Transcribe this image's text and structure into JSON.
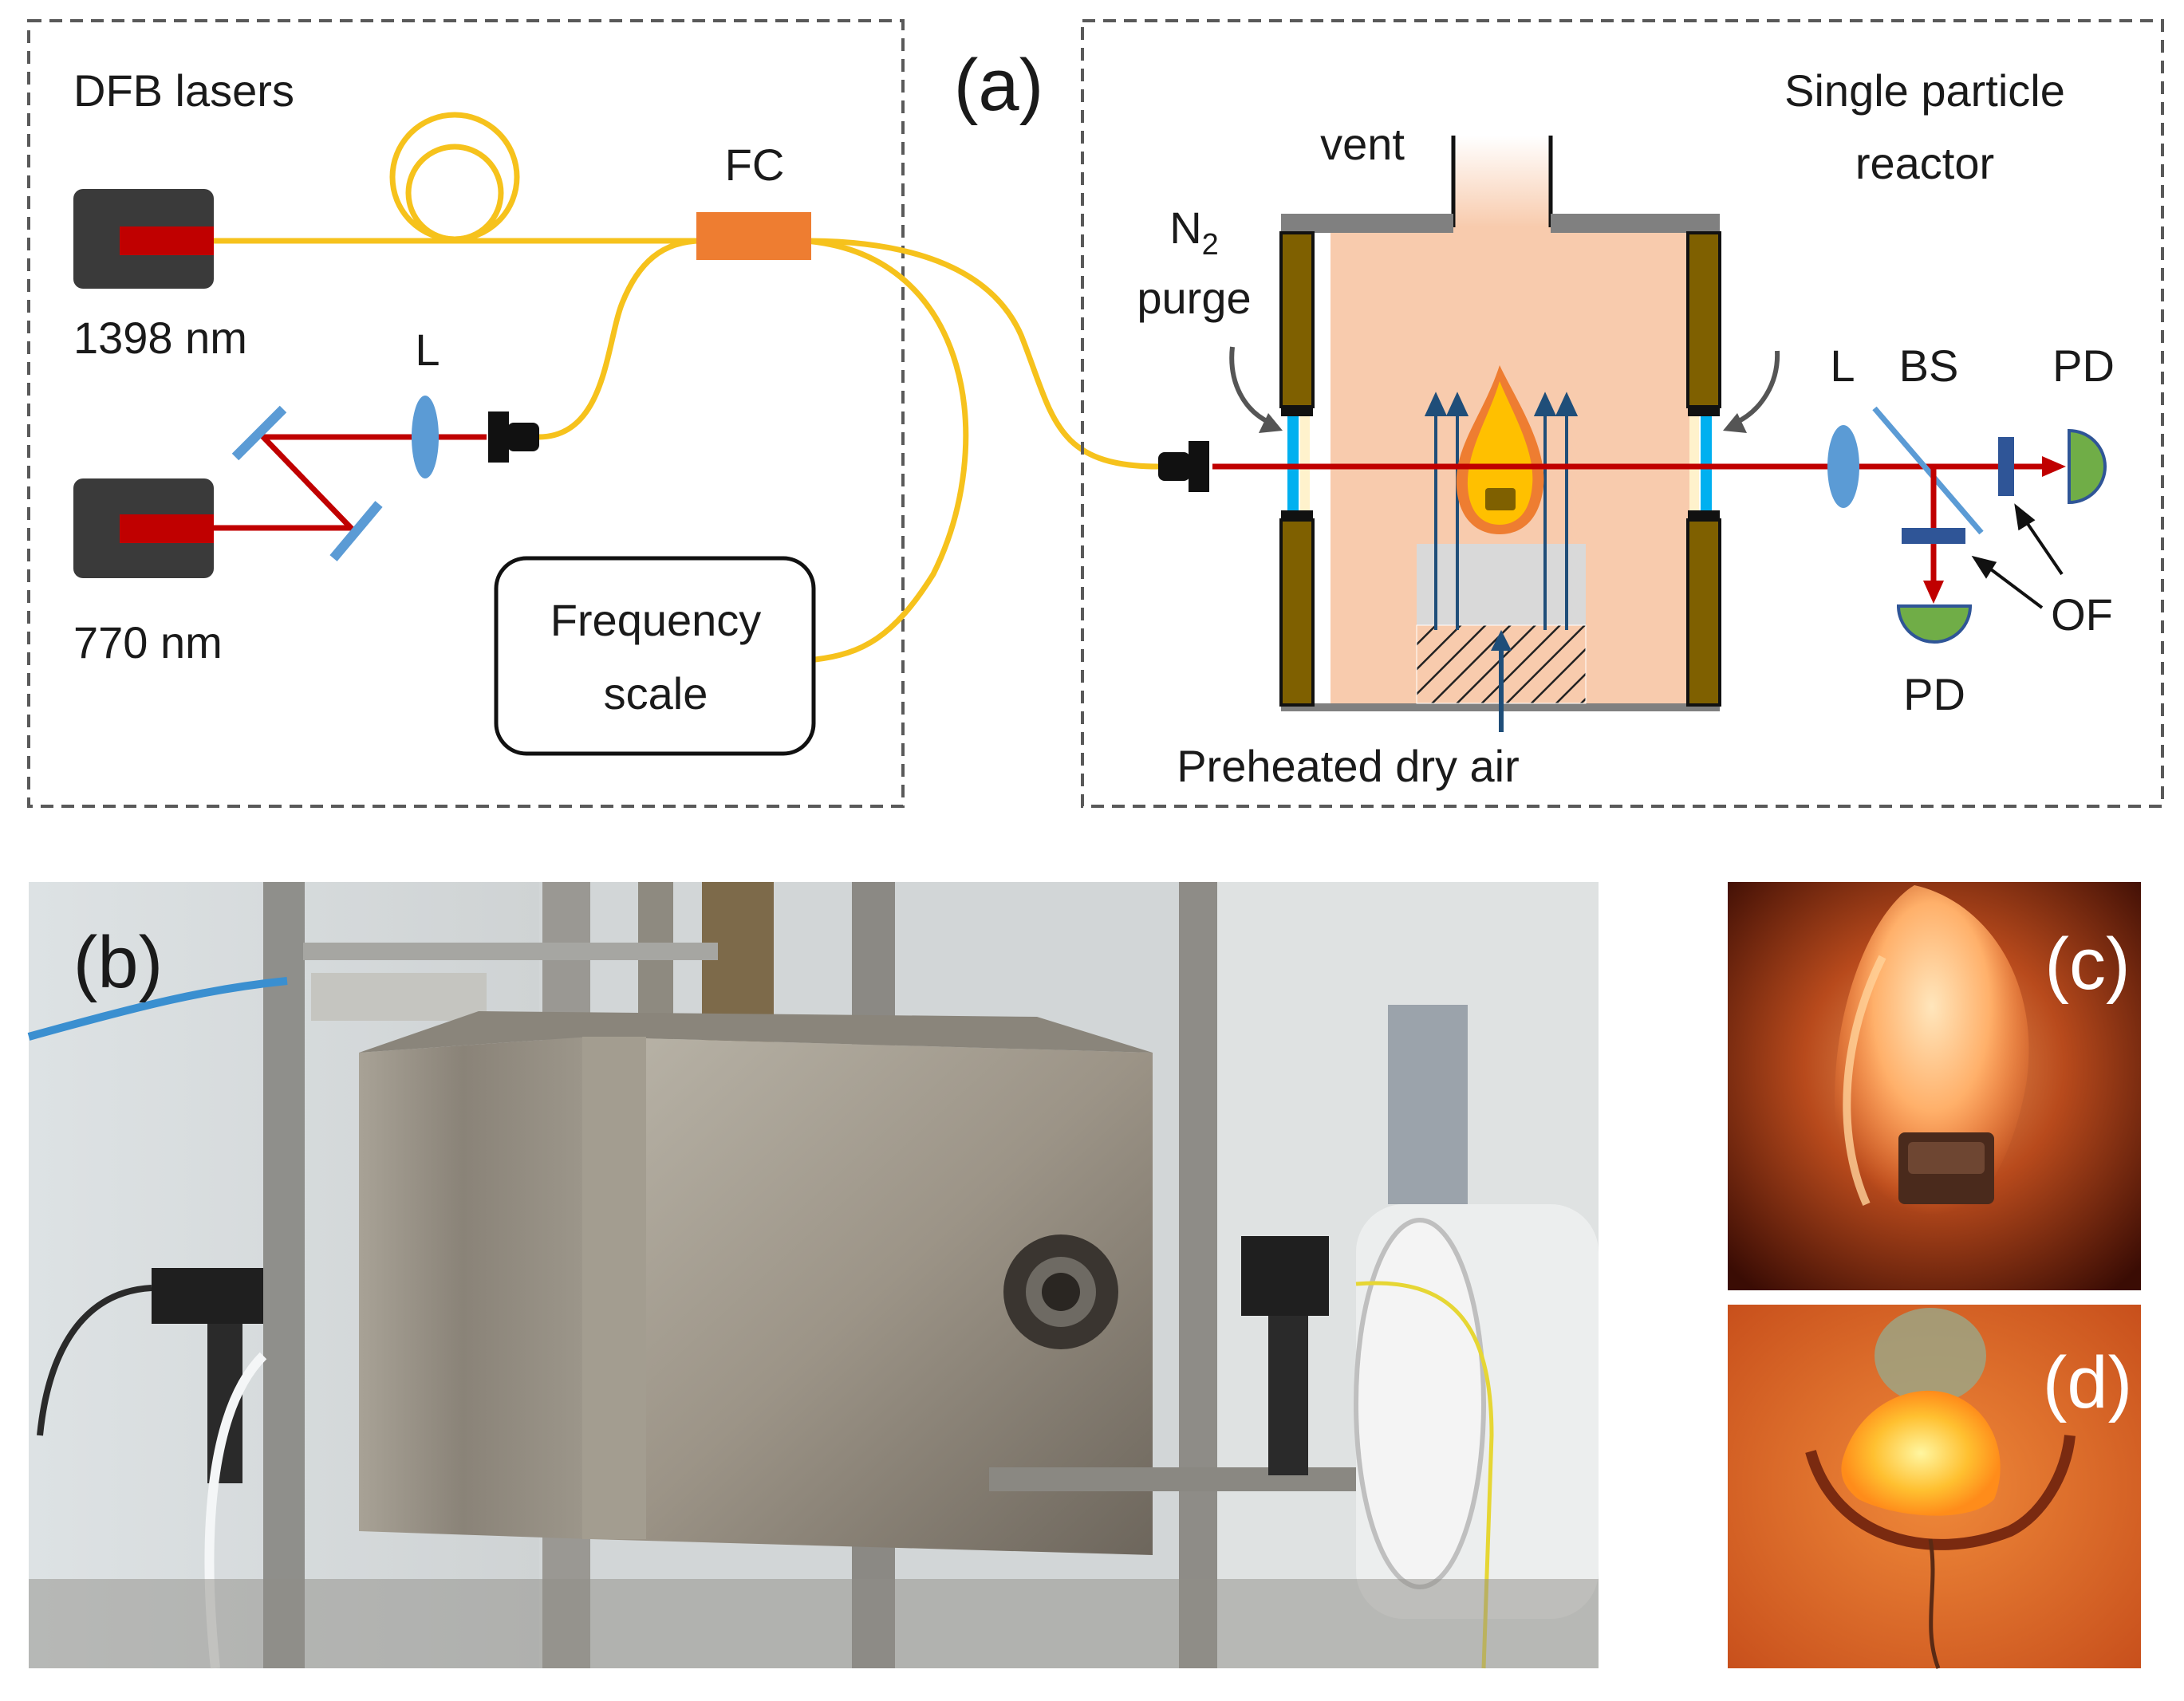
{
  "panel_a": {
    "label": "(a)",
    "laser_box": {
      "title": "DFB lasers",
      "laser1": "1398 nm",
      "laser2": "770 nm",
      "lens": "L",
      "fc": "FC",
      "freq_line1": "Frequency",
      "freq_line2": "scale"
    },
    "reactor_box": {
      "title_line1": "Single particle",
      "title_line2": "reactor",
      "vent": "vent",
      "n2_main": "N",
      "n2_sub": "2",
      "purge": "purge",
      "lens": "L",
      "bs": "BS",
      "pd_top": "PD",
      "pd_bottom": "PD",
      "of": "OF",
      "air": "Preheated dry air"
    }
  },
  "panel_b": {
    "label": "(b)"
  },
  "panel_c": {
    "label": "(c)"
  },
  "panel_d": {
    "label": "(d)"
  },
  "colors": {
    "fiber": "#f6c21c",
    "laser_beam": "#c00000",
    "laser_body": "#3a3a3a",
    "fiber_coupler": "#ee7d31",
    "optic_blue": "#5b9bd5",
    "reactor_fill": "#f8cbad",
    "wall": "#7f6000",
    "window": "#00b0f0",
    "arrow_blue": "#1f4e79",
    "detector": "#70ad47"
  }
}
